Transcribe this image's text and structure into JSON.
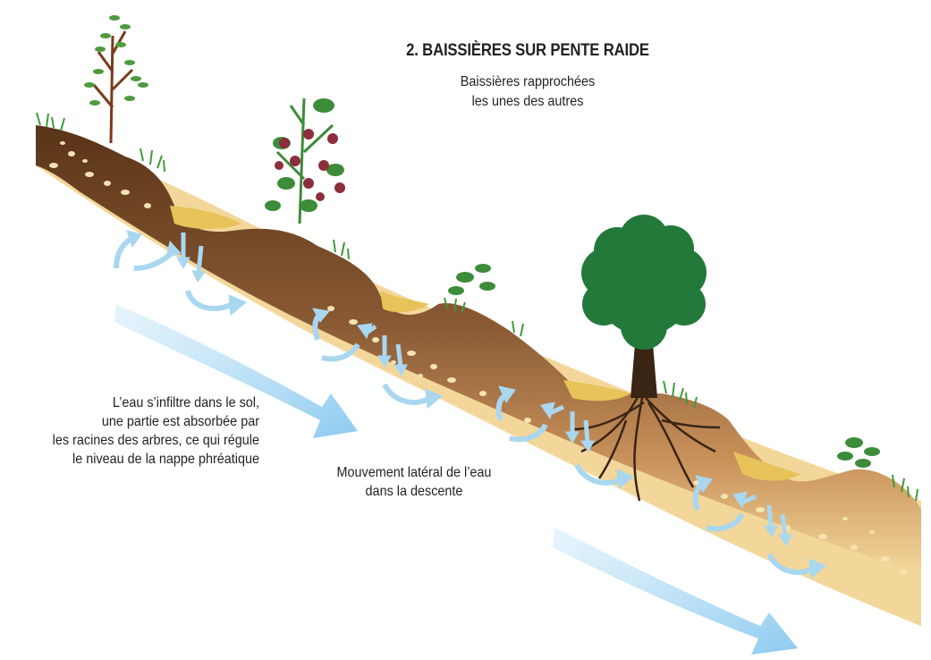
{
  "title": "2. BAISSIÈRES SUR PENTE RAIDE",
  "subtitle": {
    "line1": "Baissières rapprochées",
    "line2": "les unes des autres"
  },
  "caption_infiltration": {
    "line1": "L’eau s’infiltre dans le sol,",
    "line2": "une partie est absorbée par",
    "line3": "les racines des arbres, ce qui régule",
    "line4": "le niveau de la nappe phréatique"
  },
  "caption_lateral": {
    "line1": "Mouvement latéral de l’eau",
    "line2": "dans la descente"
  },
  "colors": {
    "soil_dark": "#5a3418",
    "soil_mid": "#8a5a34",
    "subsoil": "#f3d79a",
    "mulch": "#e8c35a",
    "grass": "#3f9a3a",
    "leaf": "#2e8b3a",
    "tree_canopy": "#23793a",
    "trunk": "#3a2414",
    "berry": "#8c2f3c",
    "water": "#a9d7f0",
    "water_edge": "#7fc1e6",
    "text": "#231f20"
  }
}
